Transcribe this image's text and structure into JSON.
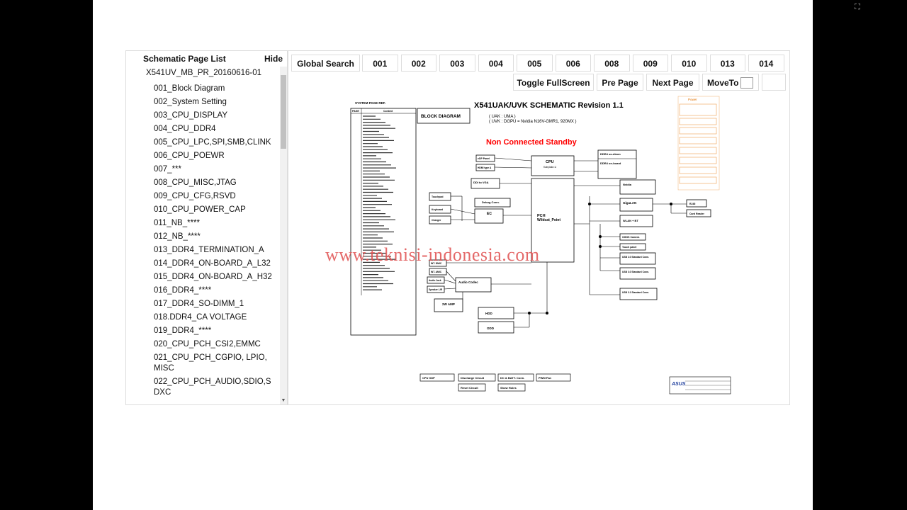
{
  "window": {
    "fullscreen_icon": "exit-fullscreen-icon",
    "fullscreen_glyph": "⛶"
  },
  "sidebar": {
    "title": "Schematic Page List",
    "hide_label": "Hide",
    "root": "X541UV_MB_PR_20160616-01",
    "items": [
      "001_Block Diagram",
      "002_System Setting",
      "003_CPU_DISPLAY",
      "004_CPU_DDR4",
      "005_CPU_LPC,SPI,SMB,CLINK",
      "006_CPU_POEWR",
      "007_***",
      "008_CPU_MISC,JTAG",
      "009_CPU_CFG,RSVD",
      "010_CPU_POWER_CAP",
      "011_NB_****",
      "012_NB_****",
      "013_DDR4_TERMINATION_A",
      "014_DDR4_ON-BOARD_A_L32",
      "015_DDR4_ON-BOARD_A_H32",
      "016_DDR4_****",
      "017_DDR4_SO-DIMM_1",
      "018.DDR4_CA VOLTAGE",
      "019_DDR4_****",
      "020_CPU_PCH_CSI2,EMMC",
      "021_CPU_PCH_CGPIO, LPIO, MISC",
      "022_CPU_PCH_AUDIO,SDIO,SDXC"
    ]
  },
  "toolbar": {
    "global_search": "Global Search",
    "pages": [
      "001",
      "002",
      "003",
      "004",
      "005",
      "006",
      "008",
      "009",
      "010",
      "013",
      "014"
    ],
    "toggle_fullscreen": "Toggle FullScreen",
    "pre_page": "Pre Page",
    "next_page": "Next Page",
    "move_to": "MoveTo",
    "move_to_value": ""
  },
  "schematic": {
    "title": "X541UAK/UVK SCHEMATIC Revision 1.1",
    "uak_line": "( UAK : UMA )",
    "uvk_line": "( UVK : DGPU = Nvidia N16V-GMR1, 920MX )",
    "block_diagram_label": "BLOCK DIAGRAM",
    "system_page_ref": "SYSTEM PAGE REF.",
    "ref_table_header": [
      "PAGE",
      "Content"
    ],
    "standby_label": "Non Connected Standby",
    "cpu_label": "CPU",
    "cpu_sub": "Kabylake-U",
    "pch_label": "PCH",
    "pch_sub": "Wildcat_Point",
    "ddr4_label1": "DDR4 so-dimm",
    "ddr4_label2": "DDR4 on-board",
    "nvidia_label": "Nvidia",
    "gigalan_label": "GigaLAN",
    "wlan_label": "WLAN + BT",
    "rj45_label": "RJ45",
    "cardreader_label": "Card Reader",
    "ccd_label": "CMOS Camera",
    "touchpad_label": "Touch panel",
    "usb1_label": "USB 2.0 Standard Conn.",
    "usb2_label": "USB 3.0 Standard Conn.",
    "usb3_label": "USB 3.1 Standard Conn.",
    "audio_label": "Audio Codec",
    "amp_label": "2W AMP",
    "hdd_label": "HDD",
    "odd_label": "ODD",
    "ec_label": "EC",
    "debug_label": "Debug Conn.",
    "ddi_vga_label": "DDI to VGA",
    "edp_label": "eDP Panel",
    "hdmi_label": "HDMI type A",
    "keyboard_label": "Keyboard",
    "touchpad2_label": "Touchpad",
    "charger_label": "Charger",
    "dmic_label": "INT. DMIC",
    "amic_label": "INT. AMIC",
    "audio_jack_label": "Audio Jack",
    "speaker_label": "Speaker L/R",
    "bottom_buttons": [
      "CPU XDP",
      "Discharge Circuit",
      "DC & BATT. Conn.",
      "PWM Fan",
      "Reset Circuit",
      "Show Holes"
    ],
    "power_title": "Power",
    "logo_text": "ASUS"
  },
  "watermark": "www.teknisi-indonesia.com"
}
